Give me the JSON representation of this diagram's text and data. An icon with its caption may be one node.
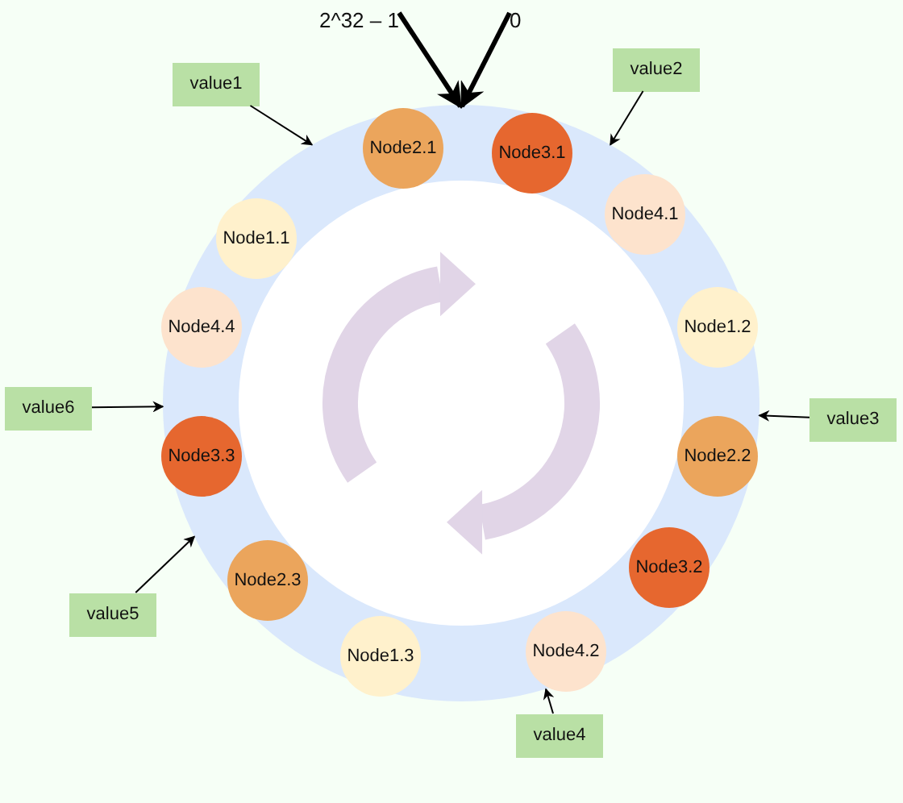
{
  "diagram": {
    "nodes": [
      {
        "text": [],
        "shape": "circle"
      },
      {
        "text": [
          "value1"
        ]
      },
      {
        "text": [
          "value2"
        ]
      },
      {
        "text": [
          "Node2.1"
        ],
        "in": 0
      },
      {
        "text": [
          "Node3.1"
        ],
        "in": 0
      },
      {
        "text": [
          "Node4.1"
        ],
        "in": 0
      },
      {
        "text": [
          "Node1.1"
        ],
        "in": 0
      },
      {
        "text": [
          "Node1.2"
        ],
        "in": 0
      },
      {
        "text": [
          "Node4.4"
        ],
        "in": 0
      },
      {
        "text": [
          "value6"
        ]
      },
      {
        "text": [
          "value3"
        ]
      },
      {
        "text": [
          "Node3.3"
        ],
        "in": 0
      },
      {
        "text": [
          "Node2.2"
        ],
        "in": 0
      },
      {
        "text": [
          "Node3.2"
        ],
        "in": 0
      },
      {
        "text": [
          "Node2.3"
        ],
        "in": 0
      },
      {
        "text": [
          "value5"
        ]
      },
      {
        "text": [
          "Node1.3"
        ],
        "in": 0
      },
      {
        "text": [
          "Node4.2"
        ],
        "in": 0
      },
      {
        "text": [
          "value4"
        ]
      },
      {
        "text": [
          "2^32 – 1"
        ]
      },
      {
        "text": [
          "0"
        ]
      }
    ],
    "edges": [
      {
        "from": 19,
        "to": 0,
        "arrow": "to",
        "style": "thick"
      },
      {
        "from": 20,
        "to": 0,
        "arrow": "to",
        "style": "thick"
      },
      {
        "from": 1,
        "to": 0,
        "arrow": "to"
      },
      {
        "from": 2,
        "to": 0,
        "arrow": "to"
      },
      {
        "from": 10,
        "to": 0,
        "arrow": "to"
      },
      {
        "from": 18,
        "to": 0,
        "arrow": "to"
      },
      {
        "from": 15,
        "to": 0,
        "arrow": "to"
      },
      {
        "from": 9,
        "to": 0,
        "arrow": "to"
      }
    ]
  }
}
